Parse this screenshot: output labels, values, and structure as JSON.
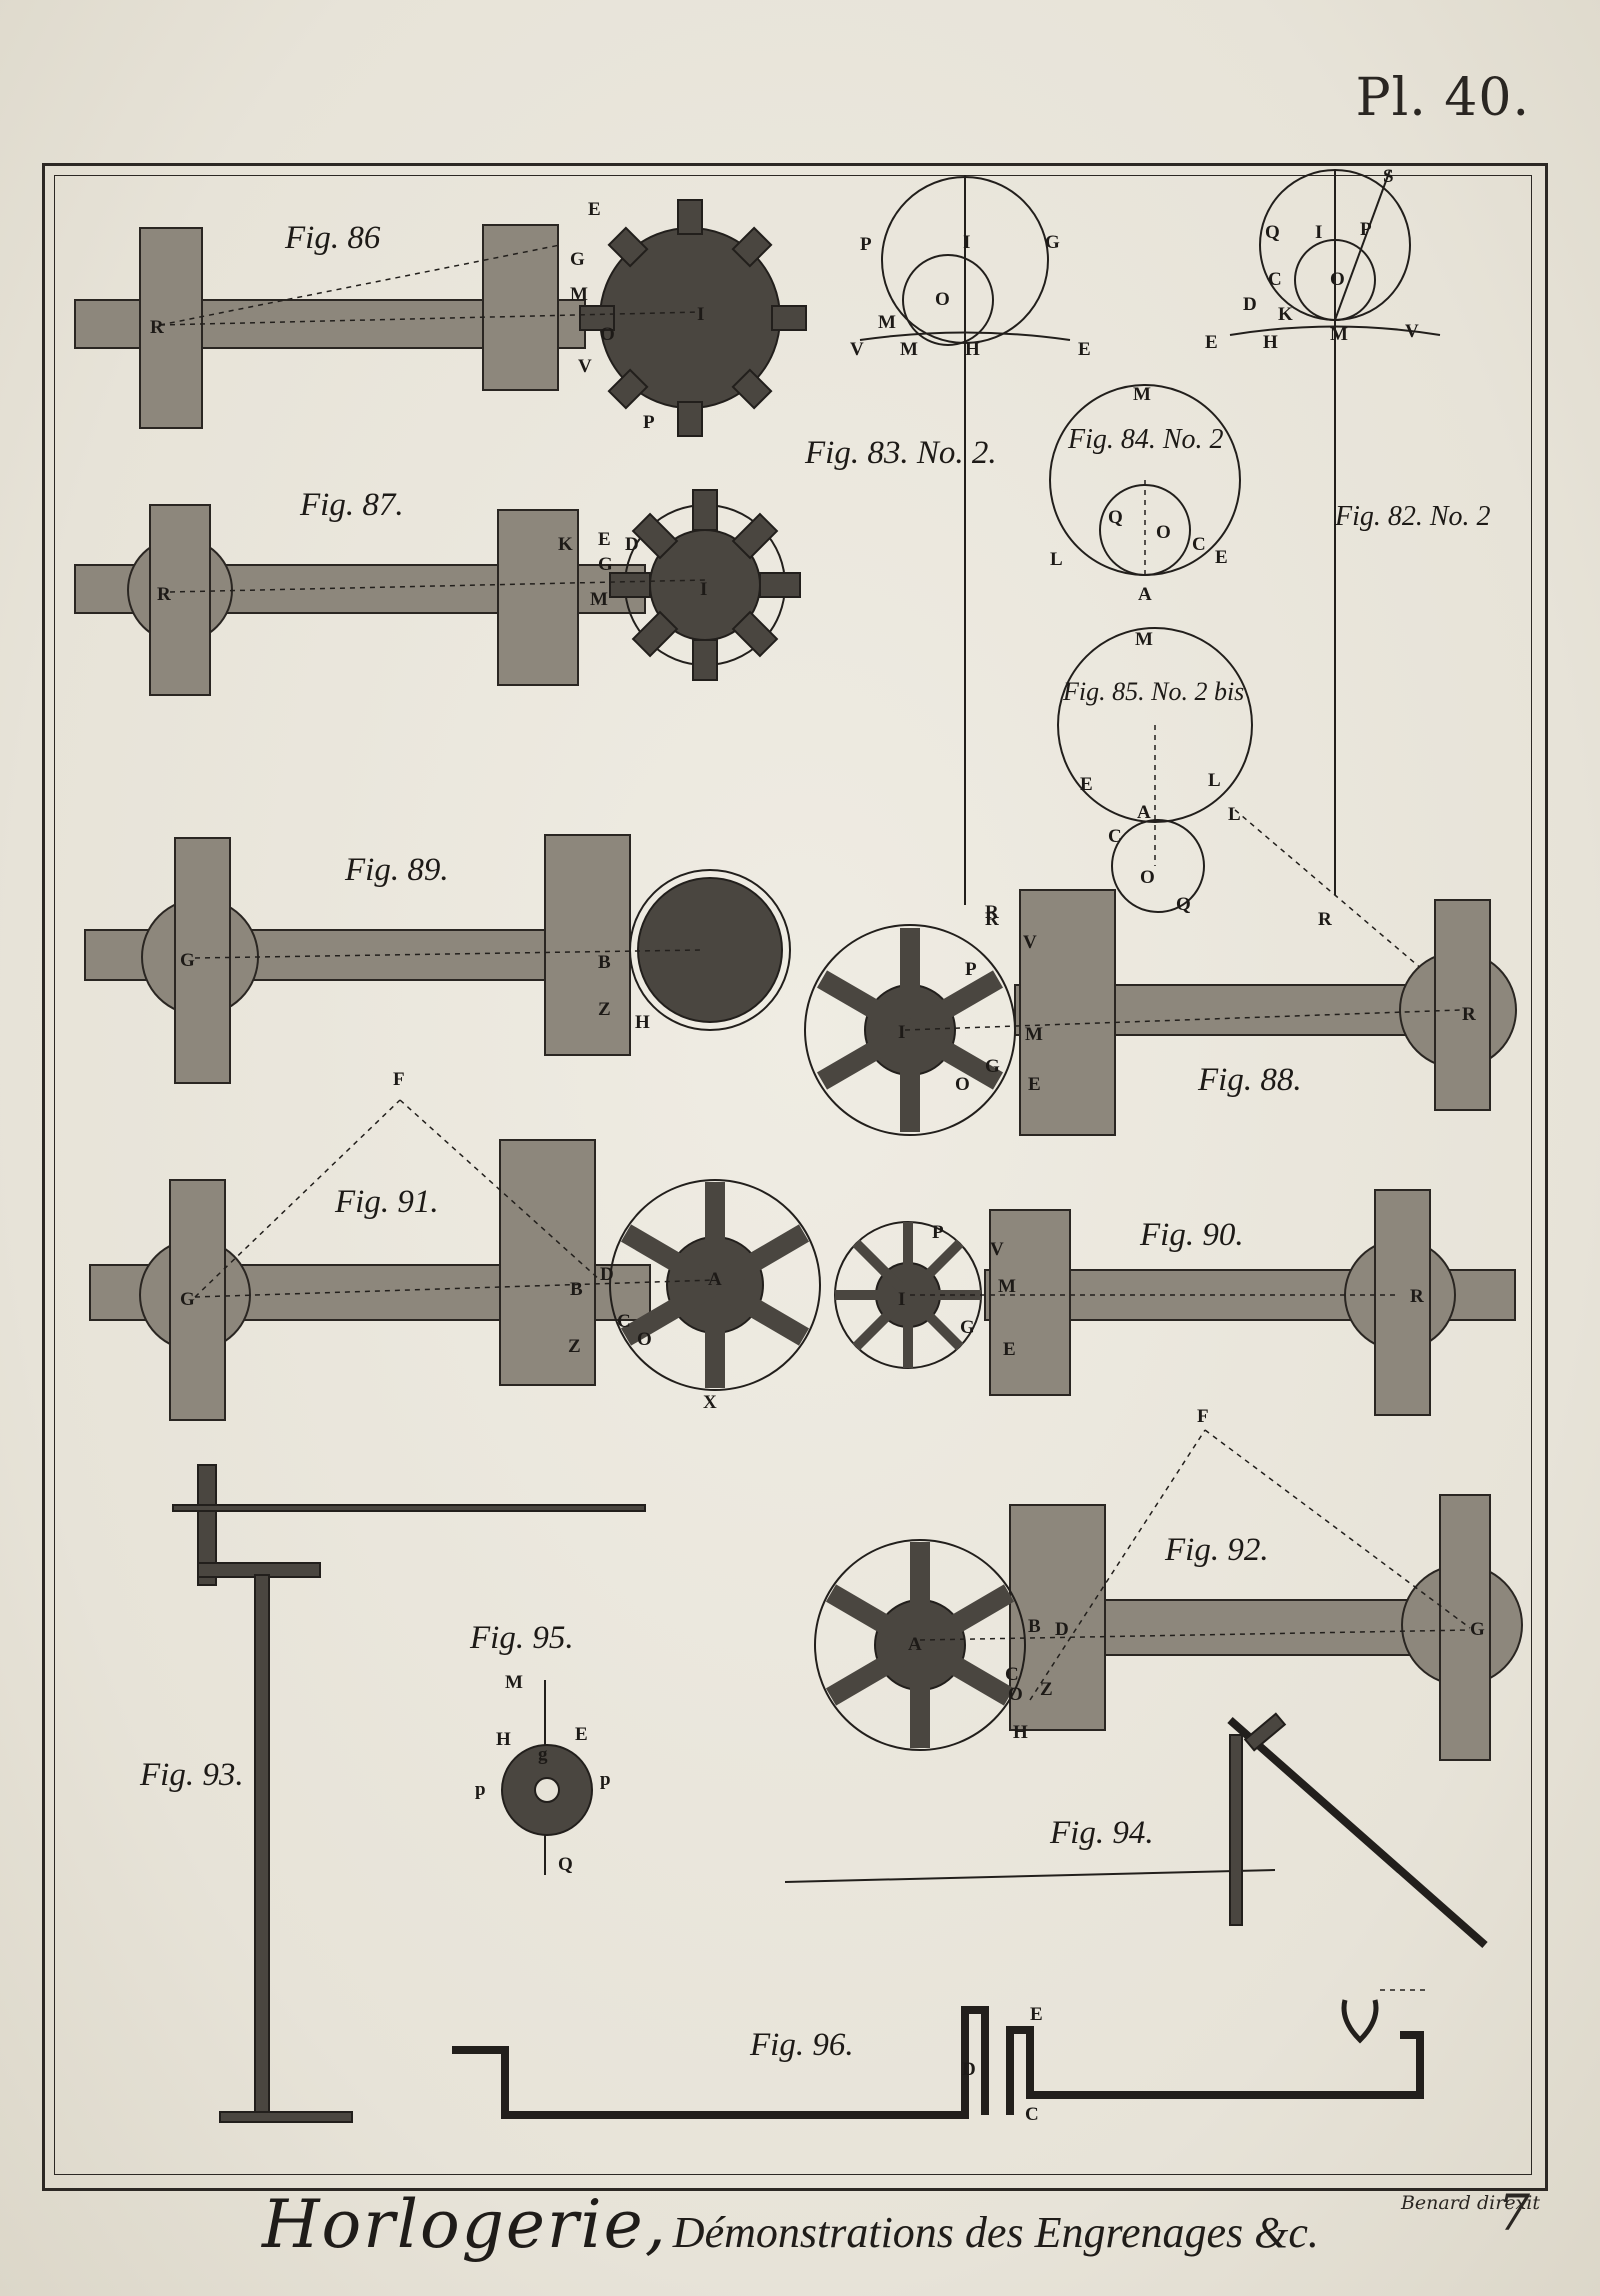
{
  "plate": {
    "number": "Pl. 40.",
    "page_number": "7",
    "engraver": "Benard direxit",
    "title": "Horlogerie,",
    "subtitle": "Démonstrations des Engrenages &c."
  },
  "figures": {
    "fig86": "Fig. 86",
    "fig87": "Fig. 87.",
    "fig83": "Fig. 83. No. 2.",
    "fig84": "Fig. 84. No. 2",
    "fig82": "Fig. 82. No. 2",
    "fig85": "Fig. 85. No. 2 bis",
    "fig89": "Fig. 89.",
    "fig88": "Fig. 88.",
    "fig91": "Fig. 91.",
    "fig90": "Fig. 90.",
    "fig92": "Fig. 92.",
    "fig93": "Fig. 93.",
    "fig95": "Fig. 95.",
    "fig94": "Fig. 94.",
    "fig96": "Fig. 96."
  },
  "letters": {
    "R": "R",
    "I": "I",
    "E": "E",
    "G": "G",
    "M": "M",
    "O": "O",
    "V": "V",
    "P": "P",
    "K": "K",
    "D": "D",
    "L": "L",
    "C": "C",
    "A": "A",
    "Q": "Q",
    "H": "H",
    "S": "S",
    "B": "B",
    "Z": "Z",
    "F": "F",
    "X": "X",
    "p": "p",
    "g": "g"
  }
}
